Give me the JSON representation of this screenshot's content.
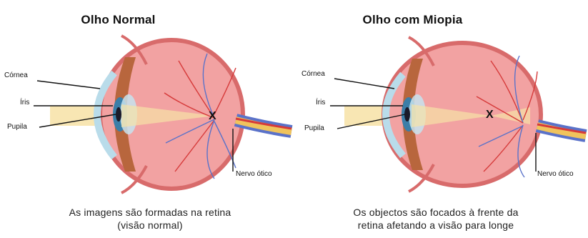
{
  "normal": {
    "title": "Olho Normal",
    "labels": {
      "cornea": "Córnea",
      "iris": "Íris",
      "pupil": "Pupila",
      "nerve": "Nervo ótico"
    },
    "focus_mark": "X",
    "caption": [
      "As imagens são formadas na retina",
      "(visão normal)"
    ]
  },
  "myopia": {
    "title": "Olho com Miopia",
    "labels": {
      "cornea": "Córnea",
      "iris": "Íris",
      "pupil": "Pupila",
      "nerve": "Nervo ótico"
    },
    "focus_mark": "X",
    "caption": [
      "Os objectos são focados à frente da",
      "retina afetando a visão para longe"
    ]
  },
  "colors": {
    "eyeball_fill": "#f2a2a2",
    "sclera": "#d86b6b",
    "cornea": "#b9dcea",
    "iris": "#3b7ea8",
    "light_beam": "#f7e2a6",
    "vessel_red": "#d63a3a",
    "vessel_blue": "#5a72c9",
    "nerve_yellow": "#f0c35c"
  }
}
